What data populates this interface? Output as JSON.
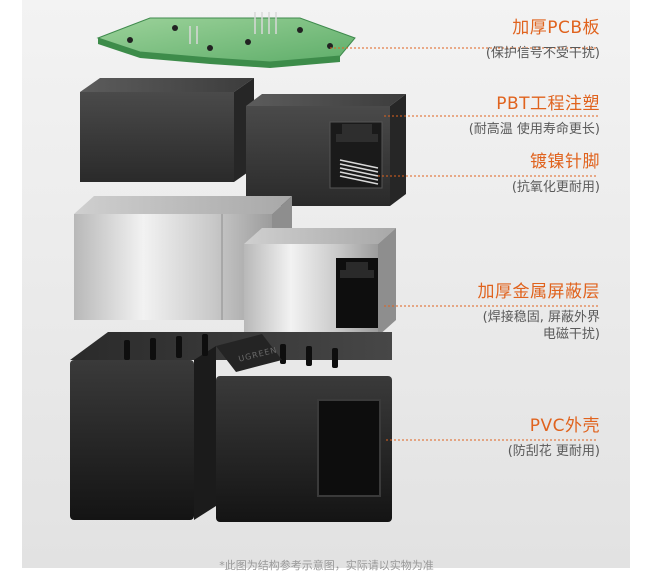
{
  "labels": [
    {
      "title": "加厚PCB板",
      "sub": "(保护信号不受干扰)"
    },
    {
      "title": "PBT工程注塑",
      "sub": "(耐高温 使用寿命更长)"
    },
    {
      "title": "镀镍针脚",
      "sub": "(抗氧化更耐用)"
    },
    {
      "title": "加厚金属屏蔽层",
      "sub_line1": "(焊接稳固, 屏蔽外界",
      "sub_line2": "电磁干扰)"
    },
    {
      "title": "PVC外壳",
      "sub": "(防刮花 更耐用)"
    }
  ],
  "housing_text": "UGREEN",
  "footnote": "*此图为结构参考示意图，实际请以实物为准",
  "colors": {
    "accent": "#e0631e",
    "leader": "#e0631e",
    "subtext": "#5a5a5a"
  }
}
